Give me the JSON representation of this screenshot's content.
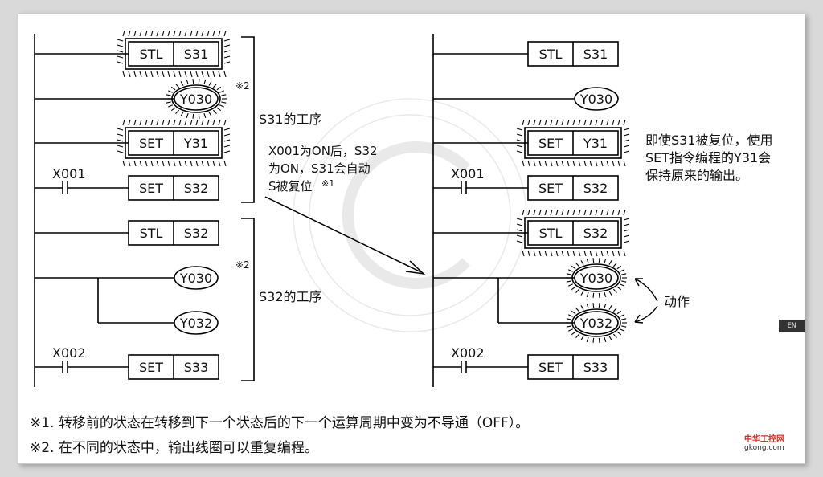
{
  "left_diagram": {
    "rungs": [
      {
        "kind": "stl",
        "left": "STL",
        "right": "S31",
        "active": true
      },
      {
        "kind": "coil",
        "label": "Y030",
        "active": true,
        "note": "※2"
      },
      {
        "kind": "set",
        "left": "SET",
        "right": "Y31",
        "active": true
      },
      {
        "kind": "set",
        "left": "SET",
        "right": "S32",
        "active": false,
        "contact": "X001"
      },
      {
        "kind": "stl",
        "left": "STL",
        "right": "S32",
        "active": false
      },
      {
        "kind": "coil",
        "label": "Y030",
        "active": false,
        "note": "※2"
      },
      {
        "kind": "coil",
        "label": "Y032",
        "active": false
      },
      {
        "kind": "set",
        "left": "SET",
        "right": "S33",
        "active": false,
        "contact": "X002"
      }
    ],
    "brace_s31": "S31的工序",
    "brace_s32": "S32的工序"
  },
  "arrow_annotation": {
    "line1": "X001为ON后，S32",
    "line2": "为ON，S31会自动",
    "line3": "S被复位",
    "mark": "※1"
  },
  "right_diagram": {
    "rungs": [
      {
        "kind": "stl",
        "left": "STL",
        "right": "S31",
        "active": false
      },
      {
        "kind": "coil",
        "label": "Y030",
        "active": false
      },
      {
        "kind": "set",
        "left": "SET",
        "right": "Y31",
        "active": true
      },
      {
        "kind": "set",
        "left": "SET",
        "right": "S32",
        "active": false,
        "contact": "X001"
      },
      {
        "kind": "stl",
        "left": "STL",
        "right": "S32",
        "active": true
      },
      {
        "kind": "coil",
        "label": "Y030",
        "active": true
      },
      {
        "kind": "coil",
        "label": "Y032",
        "active": true
      },
      {
        "kind": "set",
        "left": "SET",
        "right": "S33",
        "active": false,
        "contact": "X002"
      }
    ],
    "note_line1": "即使S31被复位，使用",
    "note_line2": "SET指令编程的Y31会",
    "note_line3": "保持原来的输出。",
    "action_label": "动作"
  },
  "footnotes": {
    "note1": "※1. 转移前的状态在转移到下一个状态后的下一个运算周期中变为不导通（OFF）。",
    "note2": "※2. 在不同的状态中，输出线圈可以重复编程。"
  },
  "lang_badge": "EN",
  "brand": {
    "name": "中华工控网",
    "domain": "gkong.com"
  }
}
